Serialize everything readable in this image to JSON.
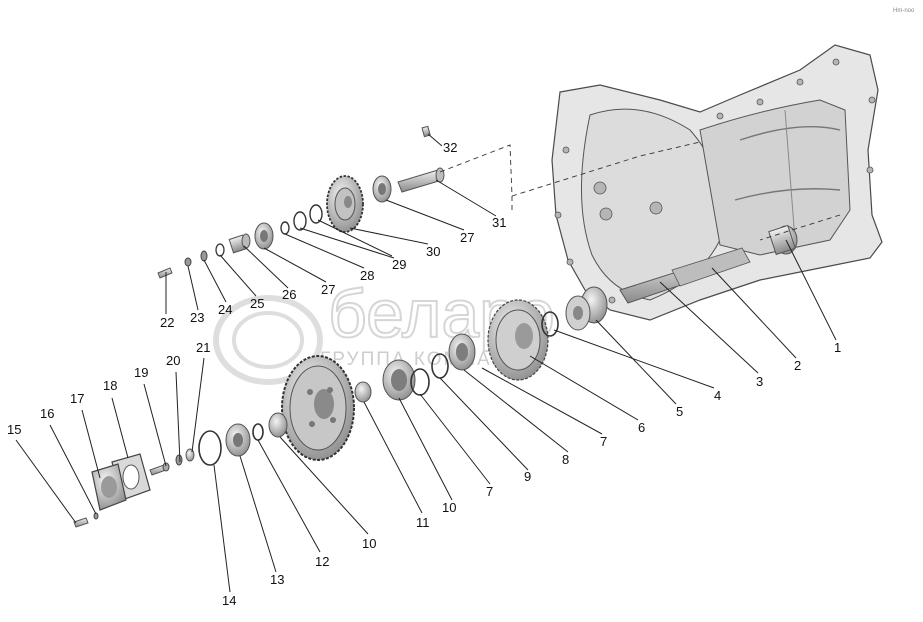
{
  "watermark": {
    "brand": "белаpo",
    "subtitle": "ГРУППА КОМПАНИЙ"
  },
  "corner_mark": "Hm-noo",
  "callouts": [
    "1",
    "2",
    "3",
    "4",
    "5",
    "6",
    "7",
    "7",
    "8",
    "9",
    "10",
    "10",
    "11",
    "12",
    "13",
    "14",
    "15",
    "16",
    "17",
    "18",
    "19",
    "20",
    "21",
    "22",
    "23",
    "24",
    "25",
    "26",
    "27",
    "27",
    "28",
    "29",
    "30",
    "31",
    "32"
  ]
}
